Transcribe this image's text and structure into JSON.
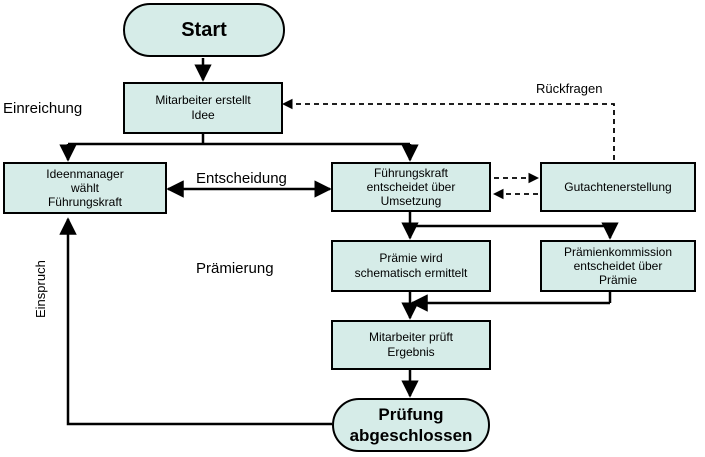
{
  "nodes": {
    "start": "Start",
    "idea": "Mitarbeiter erstellt\nIdee",
    "ideenmanager": "Ideenmanager\nwählt\nFührungskraft",
    "fuehrungskraft": "Führungskraft\nentscheidet über\nUmsetzung",
    "gutachten": "Gutachtenerstellung",
    "praemie": "Prämie wird\nschematisch ermittelt",
    "kommission": "Prämienkommission\nentscheidet über\nPrämie",
    "pruefung": "Mitarbeiter prüft\nErgebnis",
    "end": "Prüfung\nabgeschlossen"
  },
  "labels": {
    "einreichung": "Einreichung",
    "entscheidung": "Entscheidung",
    "praemierung": "Prämierung",
    "rueckfragen": "Rückfragen",
    "einspruch": "Einspruch"
  },
  "colors": {
    "box_fill": "#d6ece8",
    "stroke": "#000000"
  }
}
